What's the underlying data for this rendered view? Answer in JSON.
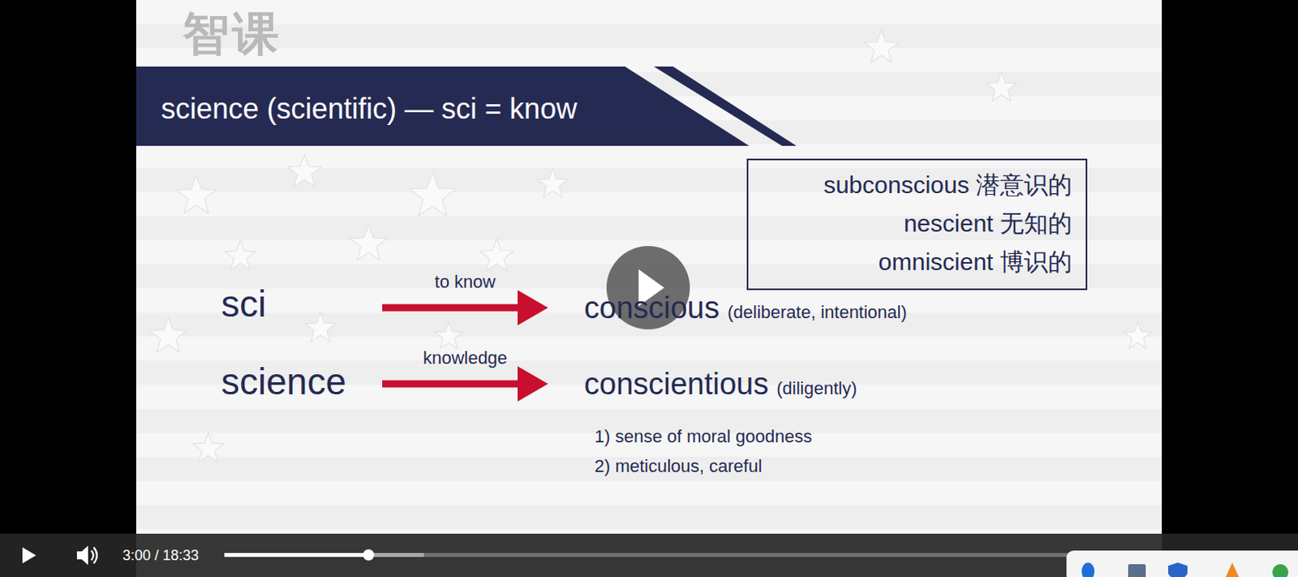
{
  "diagram": {
    "title": "science (scientific) — sci = know",
    "nodes": [
      {
        "text": [
          "subconscious 潜意识的",
          "nescient 无知的",
          "omniscient 博识的"
        ]
      },
      {
        "text": [
          "sci"
        ]
      },
      {
        "text": [
          "conscious",
          "(deliberate, intentional)"
        ]
      },
      {
        "text": [
          "science"
        ]
      },
      {
        "text": [
          "conscientious",
          "(diligently)",
          "1) sense of moral goodness",
          "2) meticulous, careful"
        ]
      }
    ],
    "edges": [
      {
        "from": 1,
        "to": 2,
        "arrow": "to",
        "label": "to know"
      },
      {
        "from": 3,
        "to": 4,
        "arrow": "to",
        "label": "knowledge"
      }
    ],
    "labels": [
      "智课",
      "3:00 / 18:33"
    ]
  }
}
